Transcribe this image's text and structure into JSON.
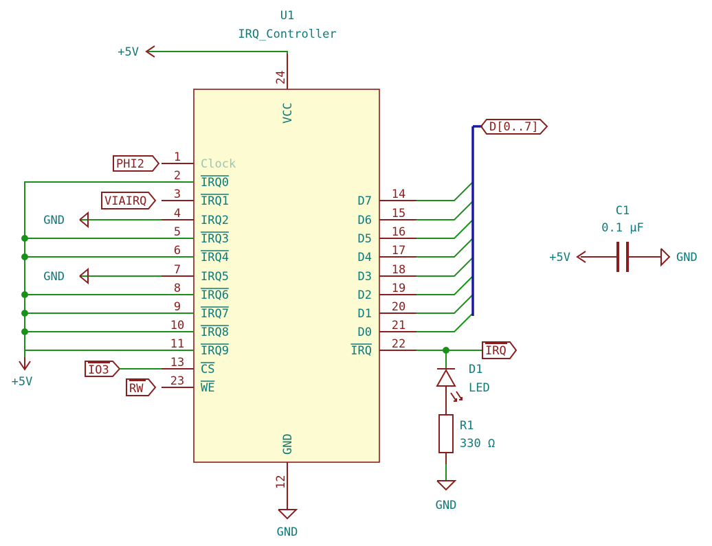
{
  "component": {
    "ref": "U1",
    "value": "IRQ_Controller",
    "power_pins": {
      "vcc": {
        "name": "VCC",
        "number": "24"
      },
      "gnd": {
        "name": "GND",
        "number": "12"
      }
    },
    "left_pins": [
      {
        "number": "1",
        "name": "Clock",
        "overbar": false
      },
      {
        "number": "2",
        "name": "IRQ0",
        "overbar": true
      },
      {
        "number": "3",
        "name": "IRQ1",
        "overbar": true
      },
      {
        "number": "4",
        "name": "IRQ2",
        "overbar": false
      },
      {
        "number": "5",
        "name": "IRQ3",
        "overbar": true
      },
      {
        "number": "6",
        "name": "IRQ4",
        "overbar": true
      },
      {
        "number": "7",
        "name": "IRQ5",
        "overbar": false
      },
      {
        "number": "8",
        "name": "IRQ6",
        "overbar": true
      },
      {
        "number": "9",
        "name": "IRQ7",
        "overbar": true
      },
      {
        "number": "10",
        "name": "IRQ8",
        "overbar": true
      },
      {
        "number": "11",
        "name": "IRQ9",
        "overbar": true
      },
      {
        "number": "13",
        "name": "CS",
        "overbar": true
      },
      {
        "number": "23",
        "name": "WE",
        "overbar": true
      }
    ],
    "right_pins": [
      {
        "number": "14",
        "name": "D7",
        "overbar": false
      },
      {
        "number": "15",
        "name": "D6",
        "overbar": false
      },
      {
        "number": "16",
        "name": "D5",
        "overbar": false
      },
      {
        "number": "17",
        "name": "D4",
        "overbar": false
      },
      {
        "number": "18",
        "name": "D3",
        "overbar": false
      },
      {
        "number": "19",
        "name": "D2",
        "overbar": false
      },
      {
        "number": "20",
        "name": "D1",
        "overbar": false
      },
      {
        "number": "21",
        "name": "D0",
        "overbar": false
      },
      {
        "number": "22",
        "name": "IRQ",
        "overbar": true
      }
    ]
  },
  "global_labels": {
    "phi2": "PHI2",
    "viairq": "VIAIRQ",
    "io3": "IO3",
    "rw": "RW",
    "data_bus": "D[0..7]",
    "irq_out": "IRQ"
  },
  "power": {
    "plus5v": "+5V",
    "gnd": "GND"
  },
  "led": {
    "ref": "D1",
    "value": "LED"
  },
  "resistor": {
    "ref": "R1",
    "value": "330 Ω"
  },
  "capacitor": {
    "ref": "C1",
    "value": "0.1 µF"
  },
  "colors": {
    "wire": "#1a8f1a",
    "symbol": "#8a1d1d",
    "bus": "#1a1aa0",
    "body_fill": "#fdfbd2",
    "text": "#0f7a7a"
  }
}
